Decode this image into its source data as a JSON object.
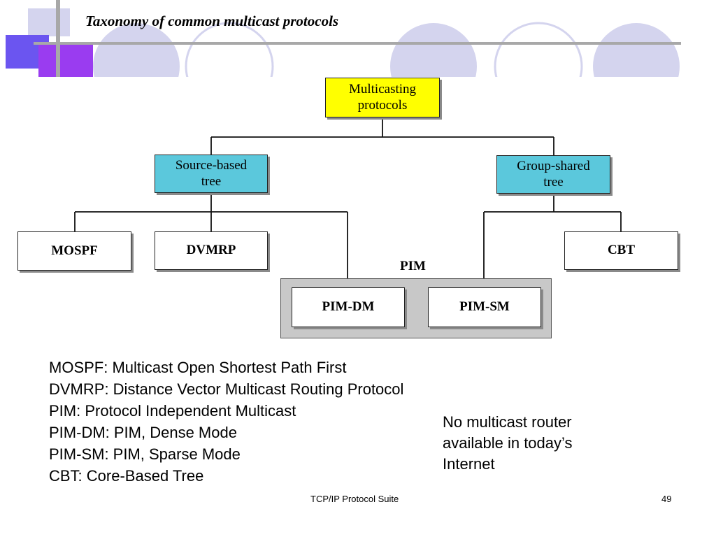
{
  "slide": {
    "title": "Taxonomy of common multicast protocols",
    "footer_center": "TCP/IP Protocol Suite",
    "page_number": "49"
  },
  "diagram": {
    "root": {
      "line1": "Multicasting",
      "line2": "protocols"
    },
    "source_based": {
      "line1": "Source-based",
      "line2": "tree"
    },
    "group_shared": {
      "line1": "Group-shared",
      "line2": "tree"
    },
    "mospf": "MOSPF",
    "dvmrp": "DVMRP",
    "cbt": "CBT",
    "pim_group_label": "PIM",
    "pim_dm": "PIM-DM",
    "pim_sm": "PIM-SM",
    "colors": {
      "root": "#ffff00",
      "tree": "#5bc8dc",
      "leaf": "#ffffff",
      "pim_group": "#c8c8c8"
    }
  },
  "abbreviations": [
    "MOSPF: Multicast Open Shortest Path First",
    "DVMRP: Distance Vector Multicast Routing Protocol",
    "PIM: Protocol Independent Multicast",
    "PIM-DM: PIM, Dense Mode",
    "PIM-SM: PIM, Sparse Mode",
    "CBT: Core-Based Tree"
  ],
  "note": {
    "line1": "No multicast router",
    "line2": "available in today’s",
    "line3": "Internet"
  }
}
